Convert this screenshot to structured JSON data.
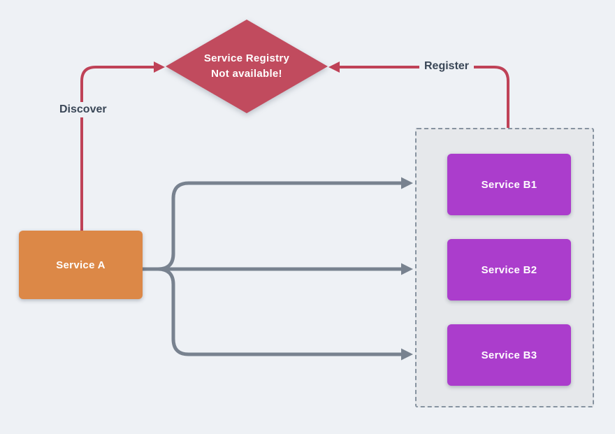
{
  "diagram": {
    "registry": {
      "label_line1": "Service Registry",
      "label_line2": "Not available!"
    },
    "service_a": {
      "label": "Service A"
    },
    "services_b": [
      {
        "label": "Service B1"
      },
      {
        "label": "Service B2"
      },
      {
        "label": "Service B3"
      }
    ],
    "edges": {
      "discover_label": "Discover",
      "register_label": "Register"
    },
    "colors": {
      "background": "#eef1f5",
      "registry_fill": "#c14b5e",
      "service_a_fill": "#dc8847",
      "service_b_fill": "#ab3dcc",
      "container_fill": "#e6e8eb",
      "container_border": "#8793a0",
      "connector_red": "#bf4257",
      "connector_gray": "#78828f",
      "label_text": "#3a4757"
    }
  }
}
